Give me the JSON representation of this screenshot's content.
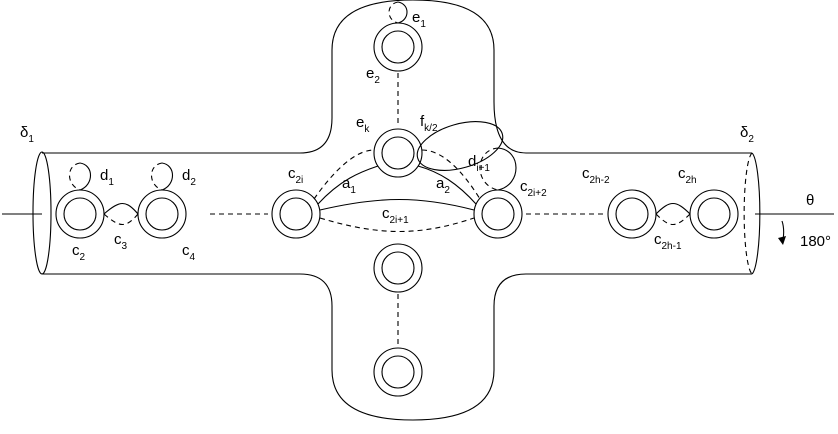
{
  "diagram": {
    "labels": {
      "delta1": {
        "main": "δ",
        "sub": "1"
      },
      "delta2": {
        "main": "δ",
        "sub": "2"
      },
      "theta": {
        "main": "θ"
      },
      "deg": {
        "main": "180°"
      },
      "d1": {
        "main": "d",
        "sub": "1"
      },
      "d2": {
        "main": "d",
        "sub": "2"
      },
      "c2": {
        "main": "c",
        "sub": "2"
      },
      "c3": {
        "main": "c",
        "sub": "3"
      },
      "c4": {
        "main": "c",
        "sub": "4"
      },
      "c2i": {
        "main": "c",
        "sub": "2i"
      },
      "a1": {
        "main": "a",
        "sub": "1"
      },
      "a2": {
        "main": "a",
        "sub": "2"
      },
      "c2i1": {
        "main": "c",
        "sub": "2i+1"
      },
      "c2i2": {
        "main": "c",
        "sub": "2i+2"
      },
      "di1": {
        "main": "d",
        "sub": "i+1"
      },
      "ek": {
        "main": "e",
        "sub": "k"
      },
      "fk2": {
        "main": "f",
        "sub": "k/2"
      },
      "e1": {
        "main": "e",
        "sub": "1"
      },
      "e2": {
        "main": "e",
        "sub": "2"
      },
      "c2h2": {
        "main": "c",
        "sub": "2h-2"
      },
      "c2h": {
        "main": "c",
        "sub": "2h"
      },
      "c2h1": {
        "main": "c",
        "sub": "2h-1"
      }
    }
  }
}
